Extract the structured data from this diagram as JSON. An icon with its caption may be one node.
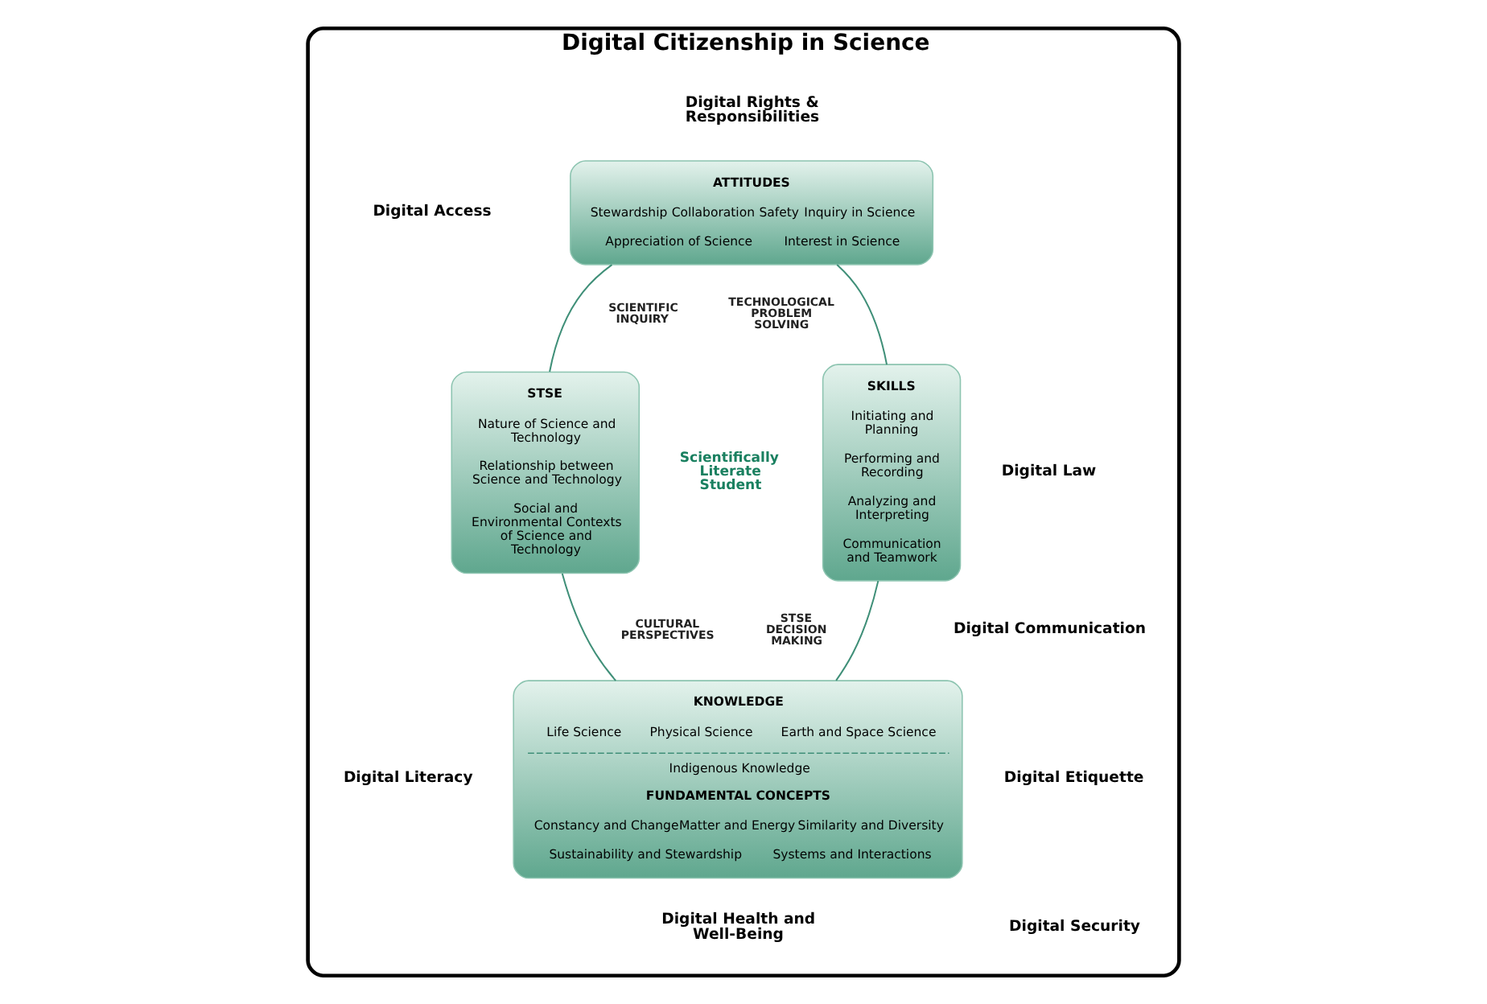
{
  "diagram": {
    "nodes": [
      {
        "text": [
          "Digital Citizenship in Science"
        ]
      },
      {
        "text": [
          "ATTITUDES",
          "Stewardship",
          "Collaboration",
          "Safety",
          "Inquiry in Science",
          "Appreciation of Science",
          "Interest in Science"
        ],
        "in": 0
      },
      {
        "text": [
          "STSE",
          "Nature of Science and Technology",
          "Relationship between Science and Technology",
          "Social and Environmental Contexts of Science and Technology"
        ],
        "in": 0
      },
      {
        "text": [
          "SKILLS",
          "Initiating and Planning",
          "Performing and Recording",
          "Analyzing and Interpreting",
          "Communication and Teamwork"
        ],
        "in": 0
      },
      {
        "text": [
          "KNOWLEDGE",
          "Life Science",
          "Physical Science",
          "Earth and Space Science",
          "Indigenous Knowledge",
          "FUNDAMENTAL CONCEPTS",
          "Constancy and Change",
          "Matter and Energy",
          "Similarity and Diversity",
          "Sustainability and Stewardship",
          "Systems and Interactions"
        ],
        "in": 0
      }
    ],
    "edges": [
      {
        "from": 1,
        "to": 2,
        "arrow": "none"
      },
      {
        "from": 1,
        "to": 3,
        "arrow": "none"
      },
      {
        "from": 2,
        "to": 4,
        "arrow": "none"
      },
      {
        "from": 3,
        "to": 4,
        "arrow": "none"
      }
    ],
    "labels": [
      "Digital Rights & Responsibilities",
      "Digital Access",
      "SCIENTIFIC INQUIRY",
      "TECHNOLOGICAL PROBLEM SOLVING",
      "Scientifically Literate Student",
      "STSE DECISION MAKING",
      "CULTURAL PERSPECTIVES",
      "Digital Law",
      "Digital Communication",
      "Digital Etiquette",
      "Digital Security",
      "Digital Literacy",
      "Digital Health and Well-Being"
    ]
  }
}
